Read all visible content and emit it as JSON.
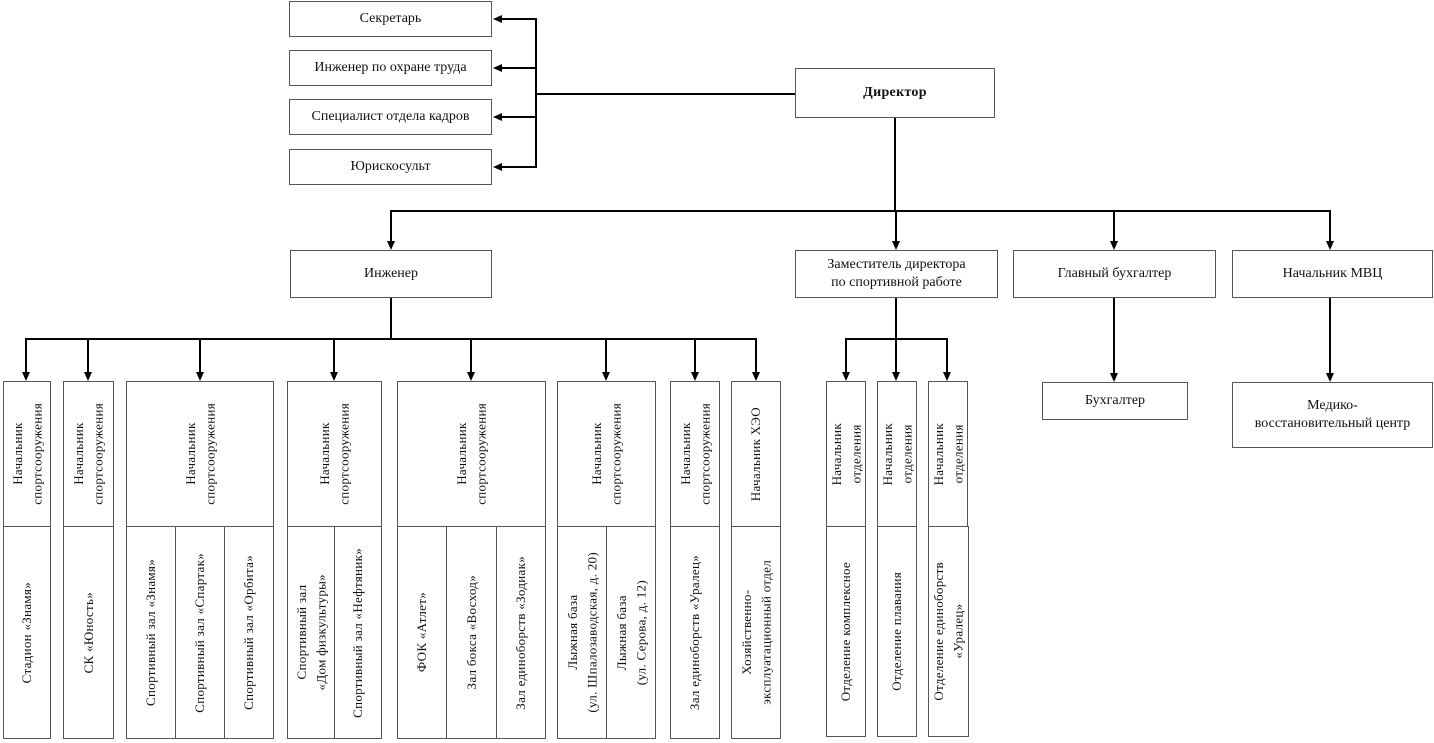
{
  "director": {
    "label": "Директор"
  },
  "staff": [
    {
      "label": "Секретарь"
    },
    {
      "label": "Инженер по охране труда"
    },
    {
      "label": "Специалист отдела кадров"
    },
    {
      "label": "Юрискосульт"
    }
  ],
  "managers": {
    "engineer": "Инженер",
    "deputy": "Заместитель директора\nпо спортивной работе",
    "chief_accountant": "Главный бухгалтер",
    "mvc_head": "Начальник МВЦ"
  },
  "engineer_groups": [
    {
      "head": "Начальник\nспортсооружения",
      "facilities": [
        "Стадион «Знамя»"
      ]
    },
    {
      "head": "Начальник\nспортсооружения",
      "facilities": [
        "СК «Юность»"
      ]
    },
    {
      "head": "Начальник\nспортсооружения",
      "facilities": [
        "Спортивный зал «Знамя»",
        "Спортивный зал «Спартак»",
        "Спортивный зал «Орбита»"
      ]
    },
    {
      "head": "Начальник\nспортсооружения",
      "facilities": [
        "Спортивный зал\n«Дом физкультуры»",
        "Спортивный зал «Нефтяник»"
      ]
    },
    {
      "head": "Начальник\nспортсооружения",
      "facilities": [
        "ФОК «Атлет»",
        "Зал бокса «Восход»",
        "Зал единоборств «Зодиак»"
      ]
    },
    {
      "head": "Начальник\nспортсооружения",
      "facilities": [
        "Лыжная база\n(ул. Шпалозаводская, д. 20)",
        "Лыжная база\n(ул. Серова, д. 12)"
      ]
    },
    {
      "head": "Начальник\nспортсооружения",
      "facilities": [
        "Зал единоборств «Уралец»"
      ]
    },
    {
      "head": "Начальник ХЭО",
      "facilities": [
        "Хозяйственно-\nэксплуатационный отдел"
      ]
    }
  ],
  "deputy_departments": [
    {
      "head": "Начальник\nотделения",
      "name": "Отделение комплексное"
    },
    {
      "head": "Начальник\nотделения",
      "name": "Отделение плавания"
    },
    {
      "head": "Начальник\nотделения",
      "name": "Отделение единоборств\n«Уралец»"
    }
  ],
  "accounting": {
    "accountant": "Бухгалтер"
  },
  "mvc": {
    "center": "Медико-\nвосстановительный центр"
  }
}
